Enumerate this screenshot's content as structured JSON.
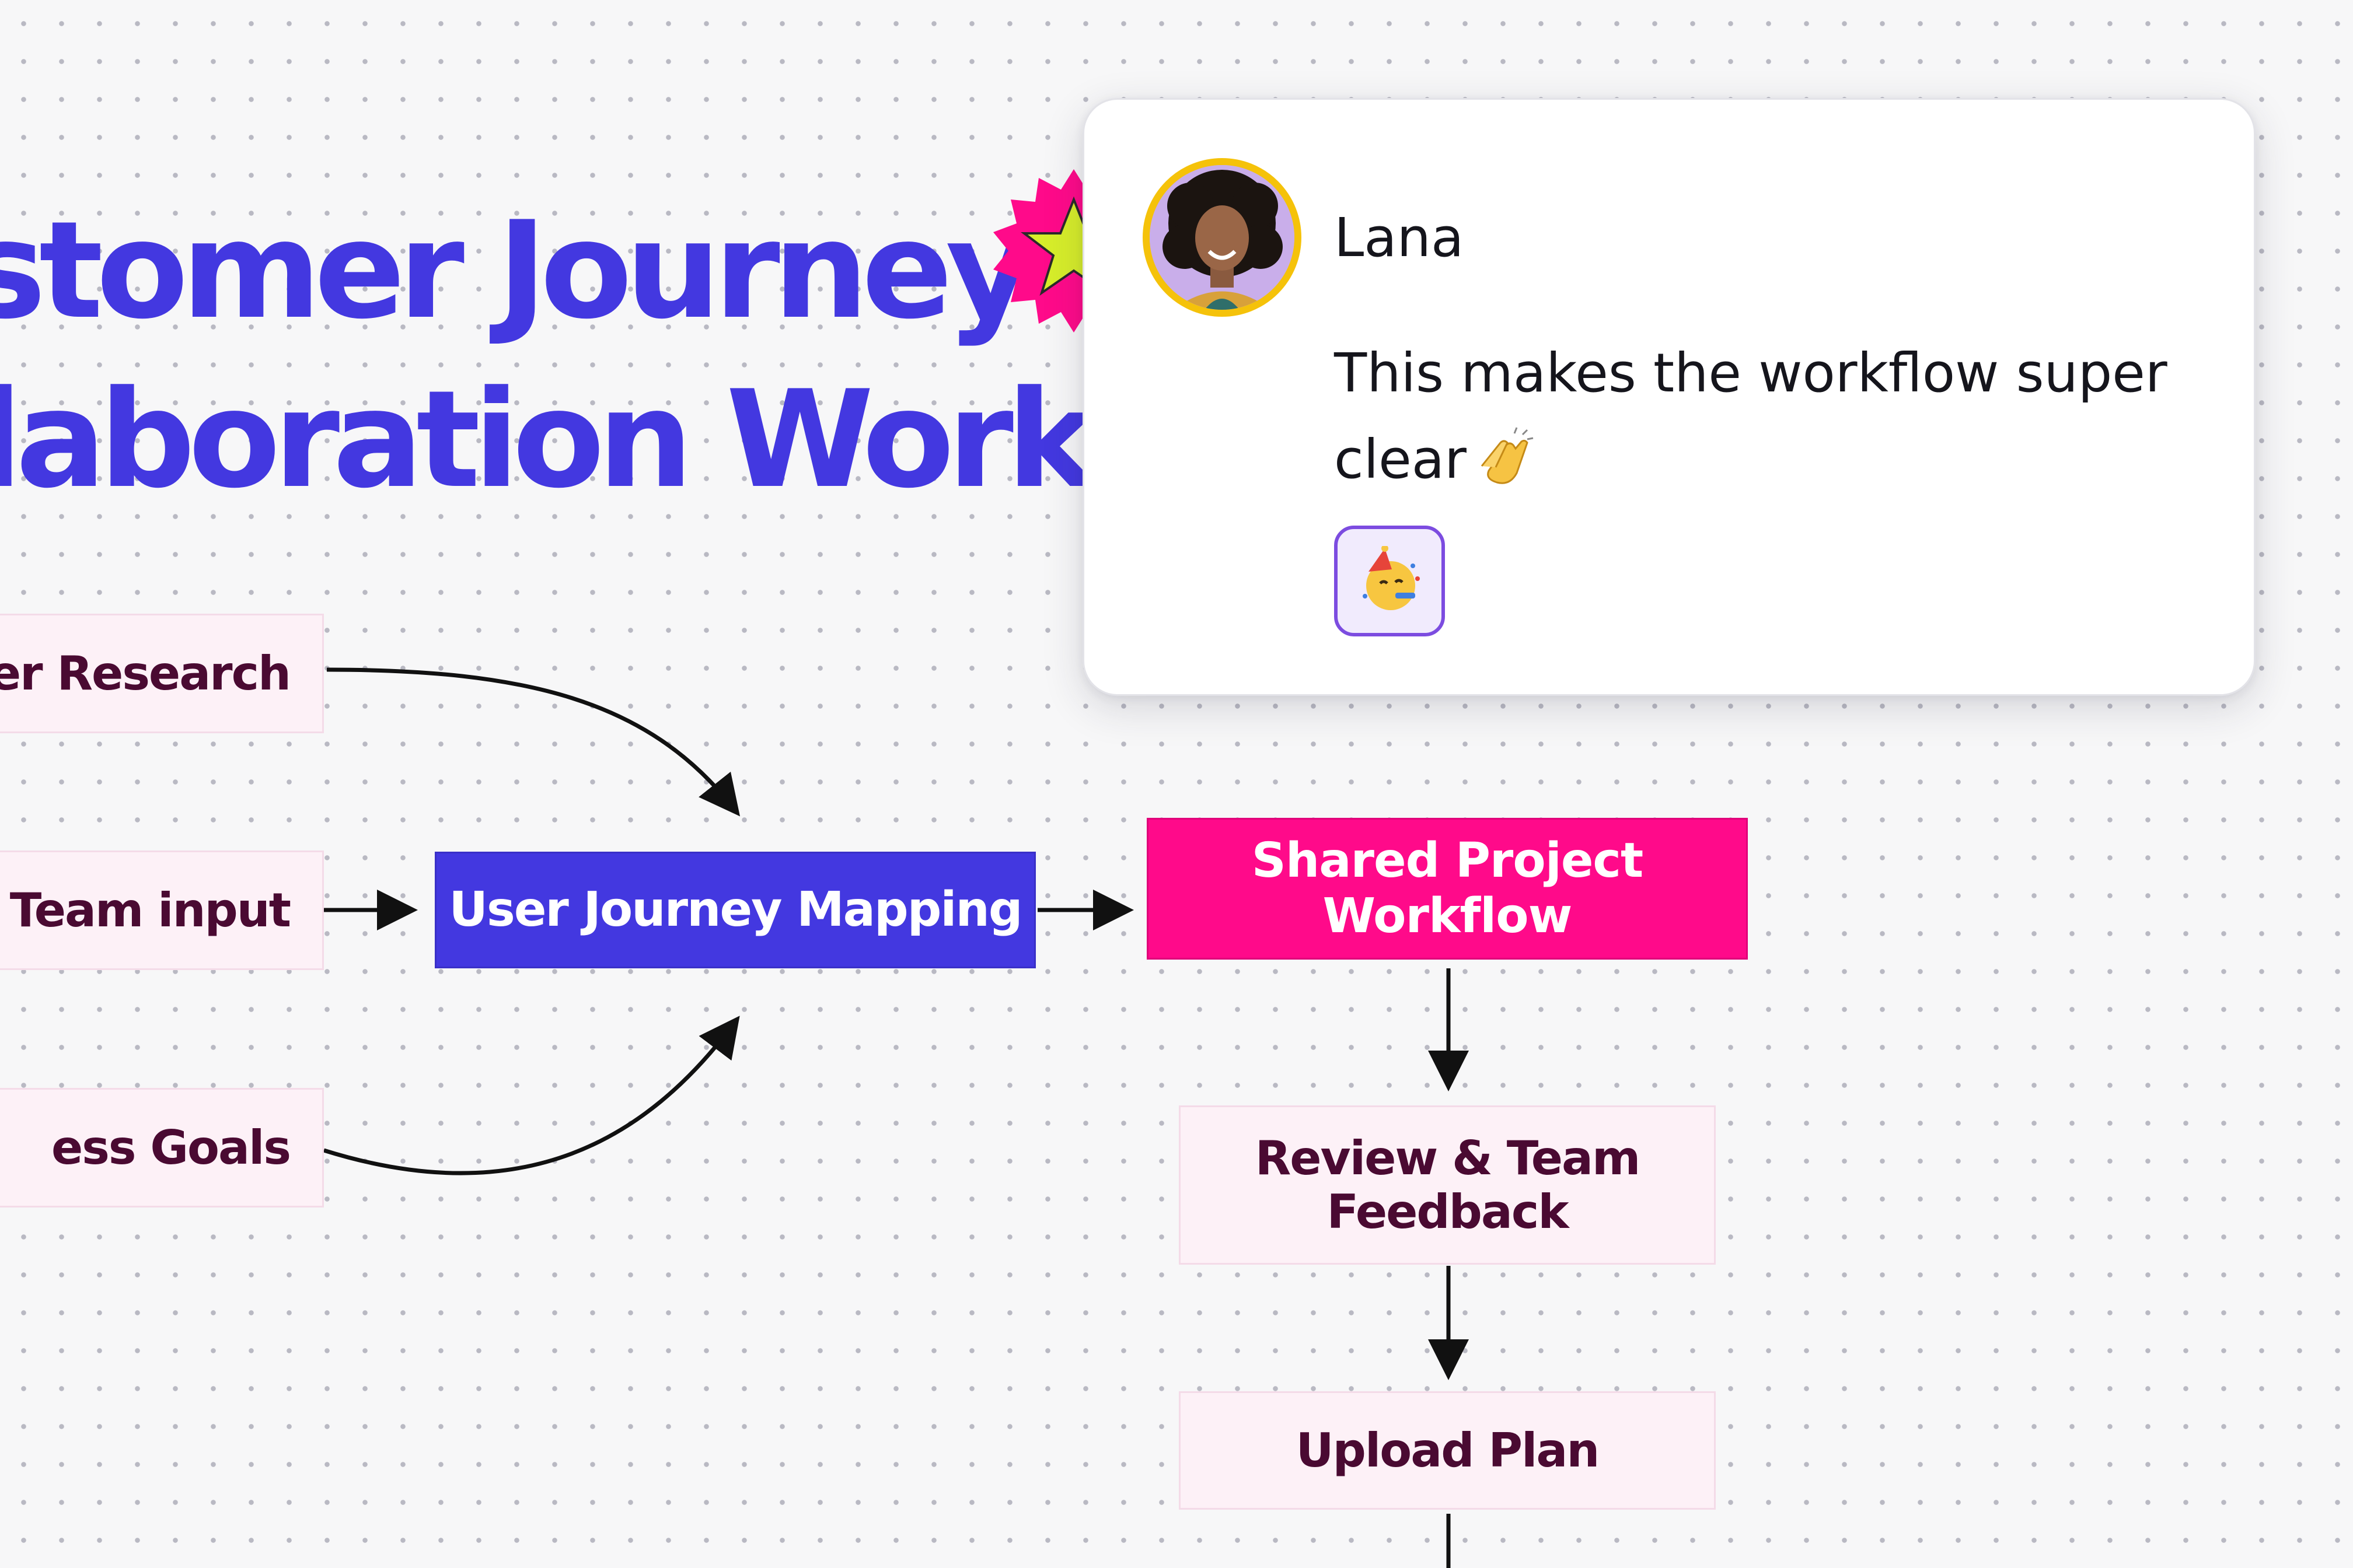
{
  "board": {
    "title_line_1": "stomer Journey",
    "title_line_2": "laboration Workfl"
  },
  "nodes": {
    "research": "er Research",
    "team_input": "Team input",
    "business_goals": "ess Goals",
    "mapping": "User Journey Mapping",
    "shared": "Shared Project Workflow",
    "review": "Review & Team Feedback",
    "upload": "Upload Plan"
  },
  "comment": {
    "author": "Lana",
    "message": "This makes the workflow super clear",
    "message_emoji": "clapping-hands-icon",
    "reaction_emoji": "party-face-icon"
  },
  "colors": {
    "title": "#4338e0",
    "mapping_node": "#4338e0",
    "shared_node": "#ff0a8a",
    "light_node_bg": "#fdf1f7",
    "light_node_text": "#4a0a32",
    "avatar_ring": "#f5c20a",
    "reaction_border": "#7c4ce0"
  }
}
